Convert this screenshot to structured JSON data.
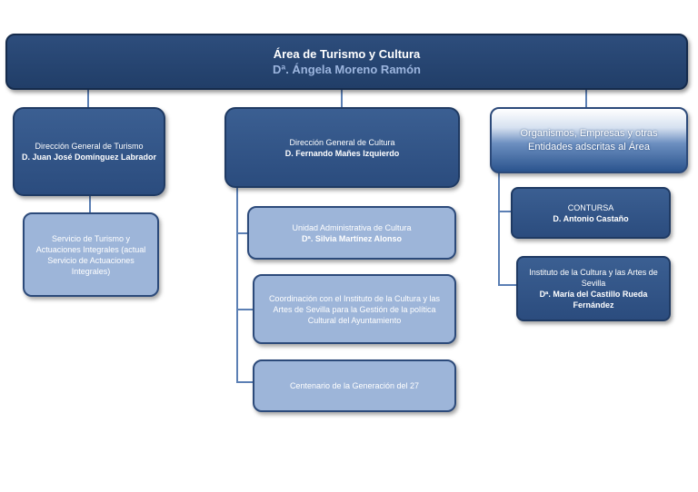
{
  "top": {
    "title": "Área de Turismo y Cultura",
    "person": "Dª. Ángela Moreno Ramón"
  },
  "turismo": {
    "title": "Dirección General de Turismo",
    "person": "D. Juan José Domínguez Labrador",
    "children": [
      {
        "text": "Servicio de Turismo y Actuaciones Integrales (actual Servicio de Actuaciones Integrales)"
      }
    ]
  },
  "cultura": {
    "title": "Dirección General de Cultura",
    "person": "D. Fernando Mañes Izquierdo",
    "children": [
      {
        "title": "Unidad Administrativa de Cultura",
        "person": "Dª. Silvia Martínez Alonso"
      },
      {
        "title": "Coordinación con el Instituto de la Cultura y las Artes de Sevilla para la Gestión de la política Cultural del Ayuntamiento"
      },
      {
        "title": "Centenario de la Generación del 27"
      }
    ]
  },
  "organismos": {
    "title": "Organismos, Empresas y otras Entidades adscritas al Área",
    "children": [
      {
        "title": "CONTURSA",
        "person": "D. Antonio Castaño"
      },
      {
        "title": "Instituto de la Cultura y las Artes de Sevilla",
        "person": "Dª. María del Castillo Rueda Fernández"
      }
    ]
  },
  "colors": {
    "dark_box": "#2f5283",
    "light_box": "#9db5d9",
    "top_box": "#243f6a",
    "connector": "#5b7fb4",
    "subtitle": "#9cb5de"
  }
}
